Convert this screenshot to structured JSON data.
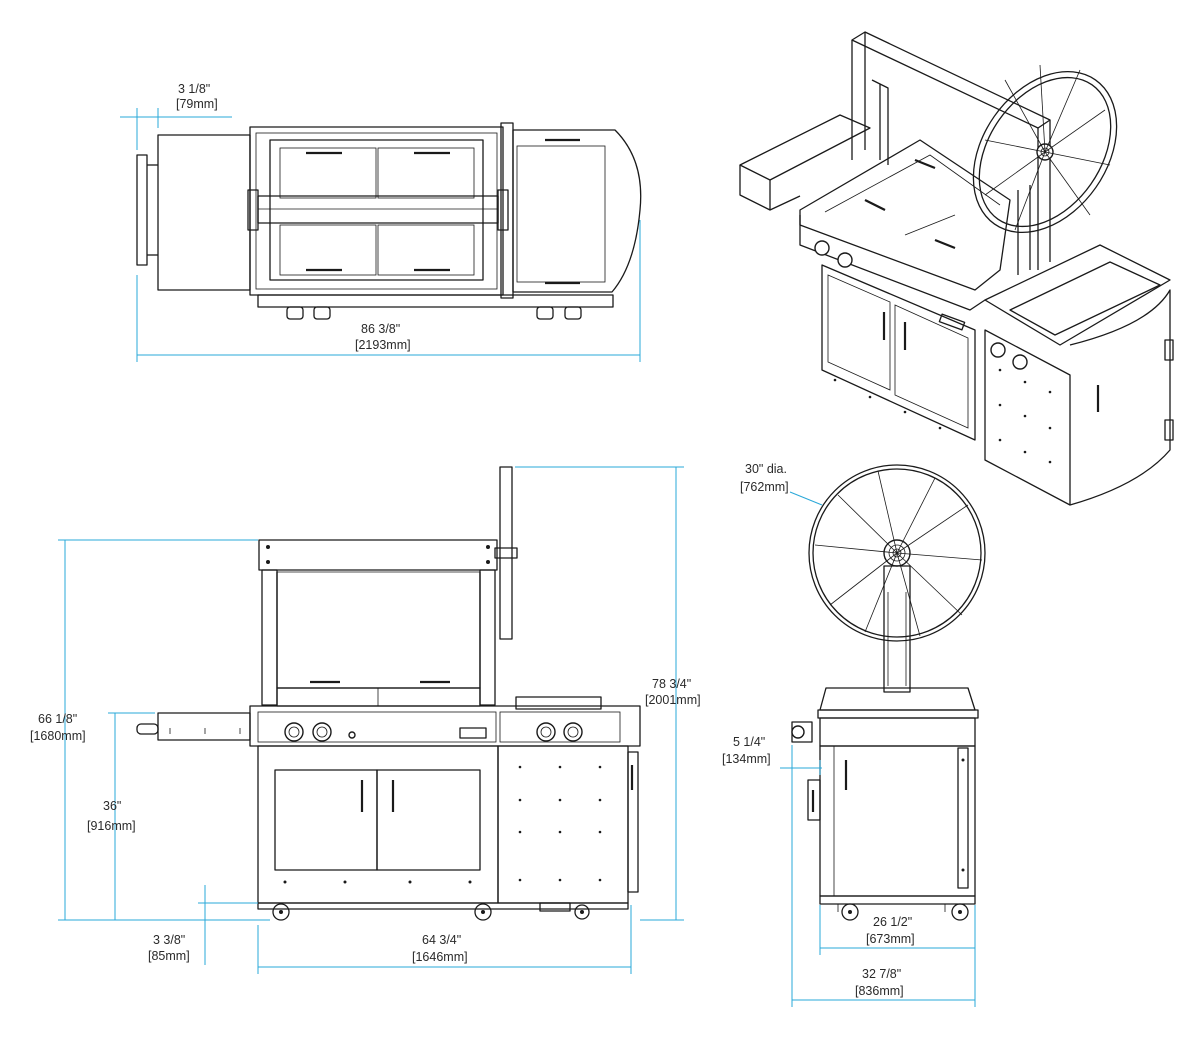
{
  "colors": {
    "dimension": "#2aa8d8",
    "line": "#1a1a1a",
    "text": "#2a2a2a",
    "background": "#ffffff"
  },
  "dimensions": {
    "top_offset": {
      "imperial": "3 1/8\"",
      "metric": "[79mm]"
    },
    "top_width": {
      "imperial": "86 3/8\"",
      "metric": "[2193mm]"
    },
    "wheel_dia": {
      "imperial": "30\" dia.",
      "metric": "[762mm]"
    },
    "overall_h": {
      "imperial": "78 3/4\"",
      "metric": "[2001mm]"
    },
    "frame_h": {
      "imperial": "66 1/8\"",
      "metric": "[1680mm]"
    },
    "counter_h": {
      "imperial": "36\"",
      "metric": "[916mm]"
    },
    "caster_h": {
      "imperial": "3 3/8\"",
      "metric": "[85mm]"
    },
    "front_width": {
      "imperial": "64 3/4\"",
      "metric": "[1646mm]"
    },
    "side_shelf": {
      "imperial": "5 1/4\"",
      "metric": "[134mm]"
    },
    "side_base": {
      "imperial": "26 1/2\"",
      "metric": "[673mm]"
    },
    "side_overall": {
      "imperial": "32 7/8\"",
      "metric": "[836mm]"
    }
  }
}
